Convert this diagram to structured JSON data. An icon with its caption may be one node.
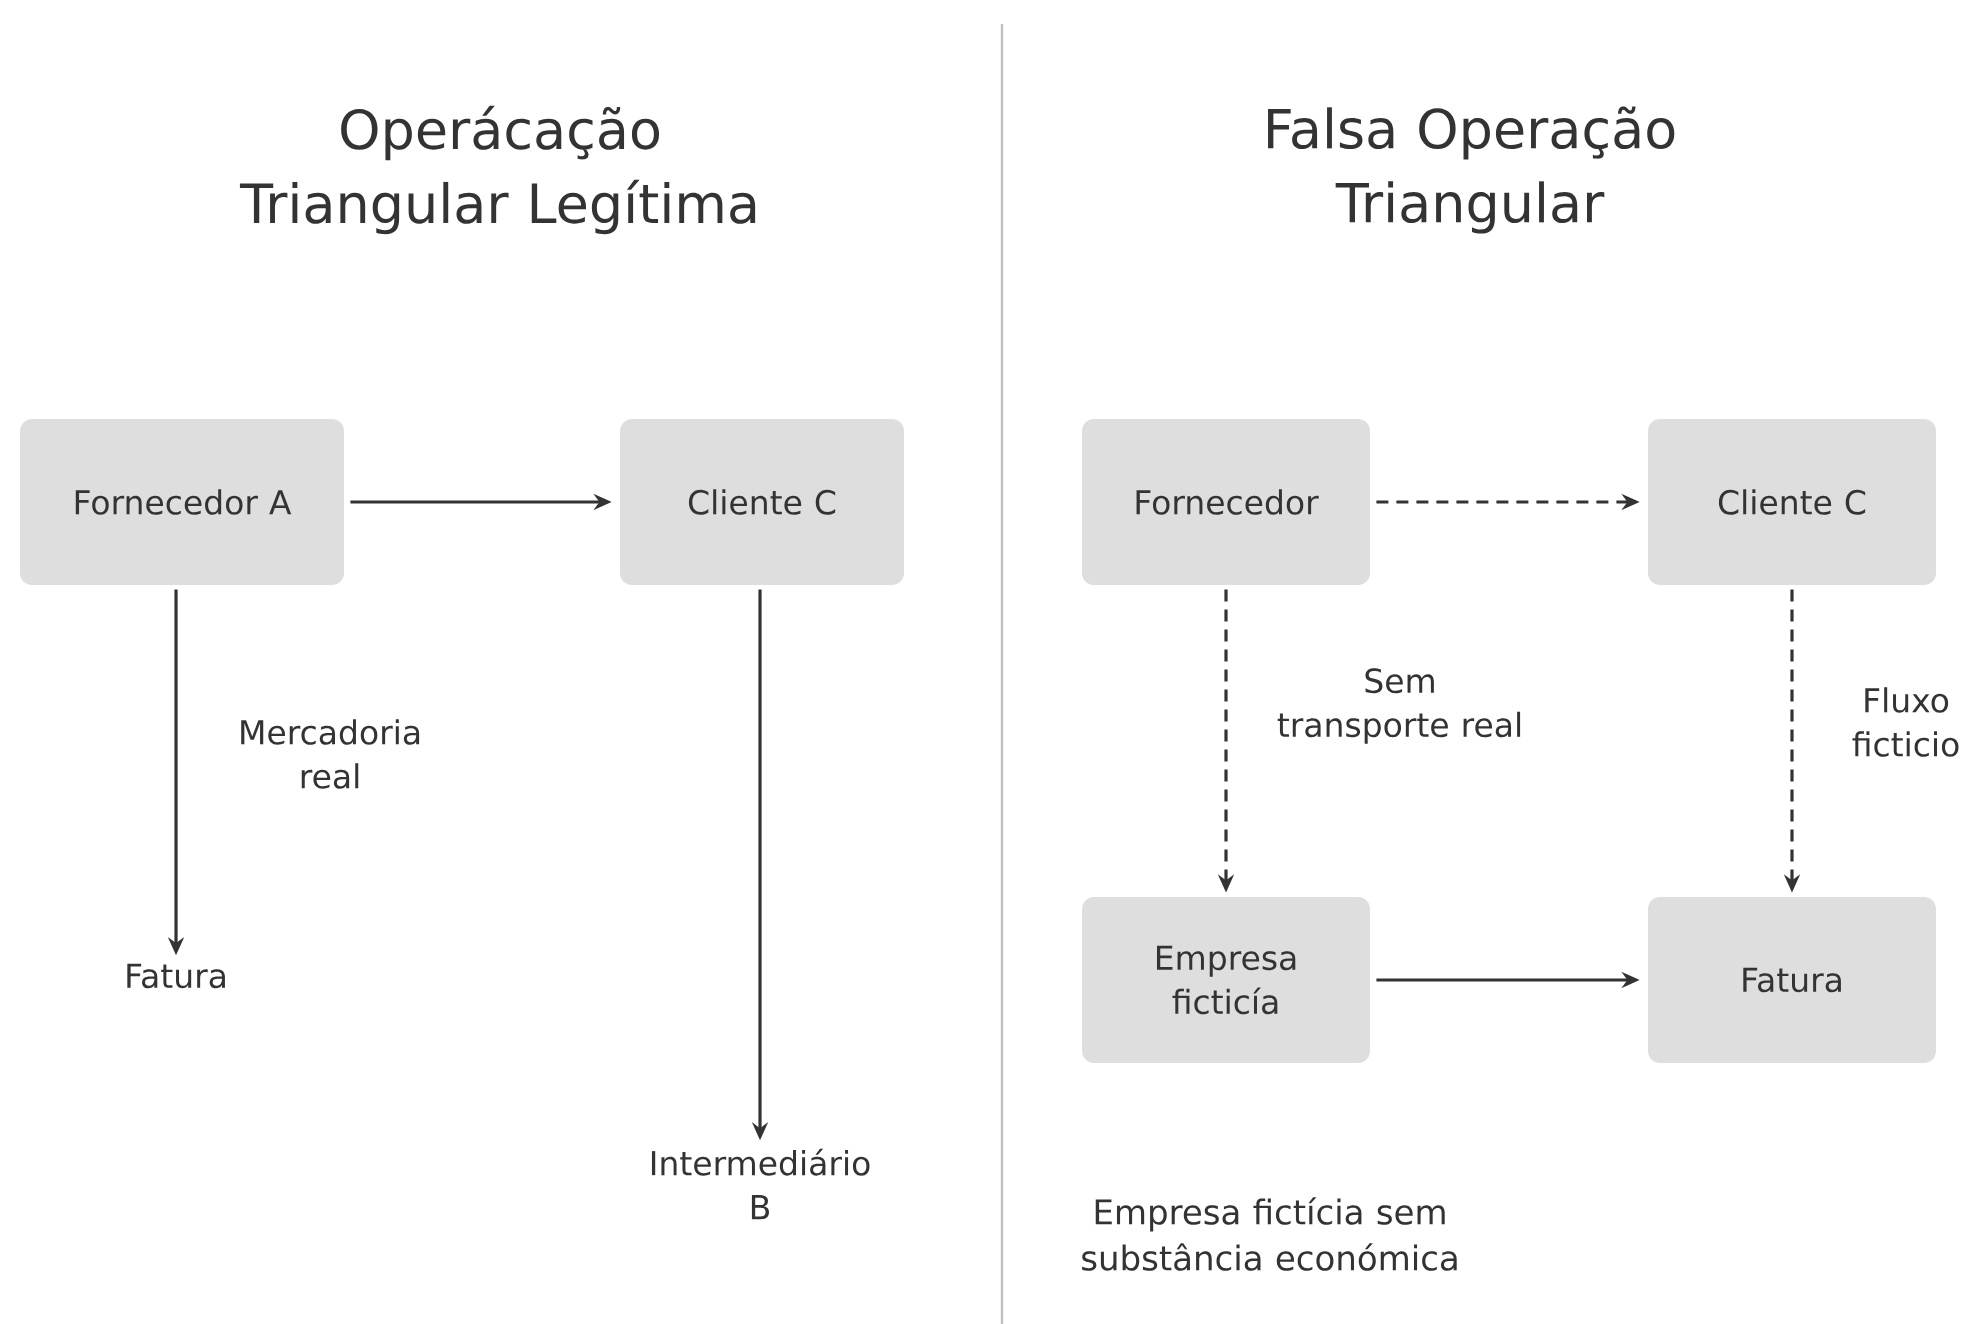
{
  "diagram": {
    "nodes": [
      {
        "text": [
          "Fornecedor A"
        ]
      },
      {
        "text": [
          "Cliente C"
        ]
      },
      {
        "text": [
          "Fatura"
        ]
      },
      {
        "text": [
          "Intermediário B"
        ]
      },
      {
        "text": [
          "Fornecedor"
        ]
      },
      {
        "text": [
          "Cliente C"
        ]
      },
      {
        "text": [
          "Empresa ficticía"
        ]
      },
      {
        "text": [
          "Fatura"
        ]
      }
    ],
    "edges": [
      {
        "from": 0,
        "to": 1,
        "arrow": "to"
      },
      {
        "from": 0,
        "to": 2,
        "arrow": "to",
        "label": "Mercadoria real"
      },
      {
        "from": 1,
        "to": 3,
        "arrow": "to"
      },
      {
        "from": 4,
        "to": 5,
        "arrow": "to",
        "style": "dashed"
      },
      {
        "from": 4,
        "to": 6,
        "arrow": "to",
        "style": "dashed",
        "label": "Sem transporte real"
      },
      {
        "from": 5,
        "to": 7,
        "arrow": "to",
        "style": "dashed",
        "label": "Fluxo ficticio"
      },
      {
        "from": 6,
        "to": 7,
        "arrow": "to"
      }
    ],
    "labels": [
      "Operácação Triangular Legítima",
      "Falsa Operação Triangular",
      "Empresa fictícia sem substância económica"
    ]
  }
}
